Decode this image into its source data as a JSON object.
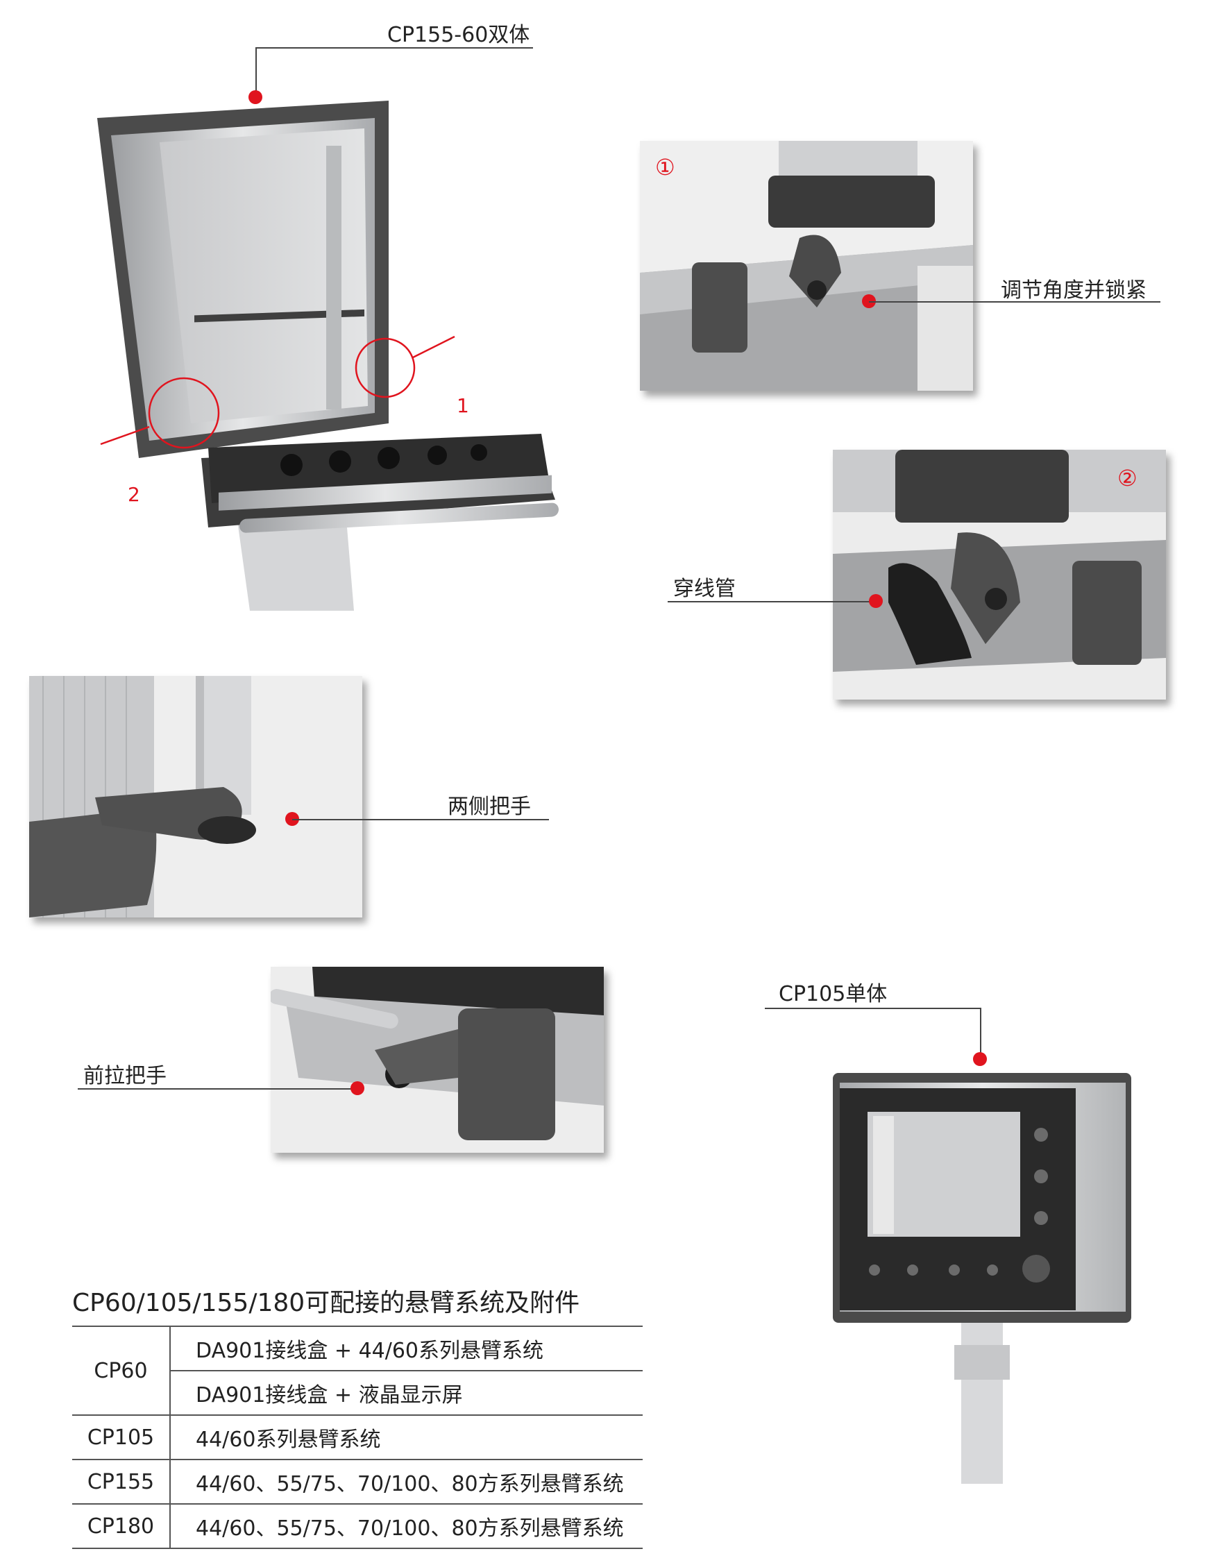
{
  "labels": {
    "cp155": "CP155-60双体",
    "adjust": "调节角度并锁紧",
    "conduit": "穿线管",
    "side_handle": "两侧把手",
    "front_handle": "前拉把手",
    "cp105": "CP105单体"
  },
  "callouts": {
    "one": "1",
    "two": "2",
    "circ_one": "①",
    "circ_two": "②"
  },
  "table": {
    "title": "CP60/105/155/180可配接的悬臂系统及附件",
    "rows": [
      {
        "model": "CP60",
        "items": [
          "DA901接线盒 + 44/60系列悬臂系统",
          "DA901接线盒 + 液晶显示屏"
        ]
      },
      {
        "model": "CP105",
        "items": [
          "44/60系列悬臂系统"
        ]
      },
      {
        "model": "CP155",
        "items": [
          "44/60、55/75、70/100、80方系列悬臂系统"
        ]
      },
      {
        "model": "CP180",
        "items": [
          "44/60、55/75、70/100、80方系列悬臂系统"
        ]
      }
    ]
  },
  "colors": {
    "accent_red": "#e0141e",
    "frame_dark": "#4a4a4a",
    "aluminum": "#c8c9cb"
  }
}
